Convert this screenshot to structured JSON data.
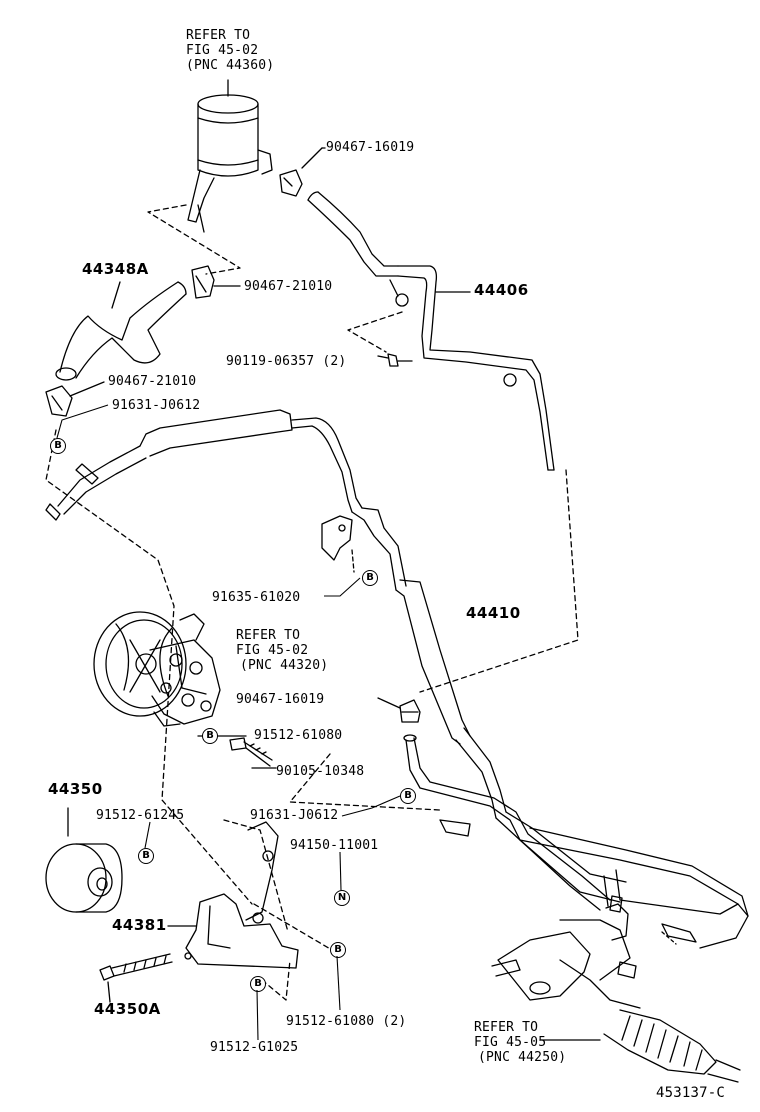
{
  "refs": {
    "reservoir": [
      "REFER TO",
      "FIG 45-02",
      "(PNC 44360)"
    ],
    "pump": [
      "REFER TO",
      "FIG 45-02",
      "(PNC 44320)"
    ],
    "gear": [
      "REFER TO",
      "FIG 45-05",
      "(PNC 44250)"
    ]
  },
  "parts": {
    "p90467_16019_top": "90467-16019",
    "p44348A": "44348A",
    "p90467_21010_a": "90467-21010",
    "p44406": "44406",
    "p90119": "90119-06357 (2)",
    "p90467_21010_b": "90467-21010",
    "p91631_top": "91631-J0612",
    "p91635": "91635-61020",
    "p44410": "44410",
    "p90467_16019_mid": "90467-16019",
    "p91512_61080": "91512-61080",
    "p90105": "90105-10348",
    "p44350": "44350",
    "p91512_61245": "91512-61245",
    "p91631_mid": "91631-J0612",
    "p94150": "94150-11001",
    "p44381": "44381",
    "p44350A": "44350A",
    "p91512_61080_2": "91512-61080 (2)",
    "p91512_G1025": "91512-G1025"
  },
  "badges": {
    "b": "B",
    "n": "N"
  },
  "figure_code": "453137-C"
}
